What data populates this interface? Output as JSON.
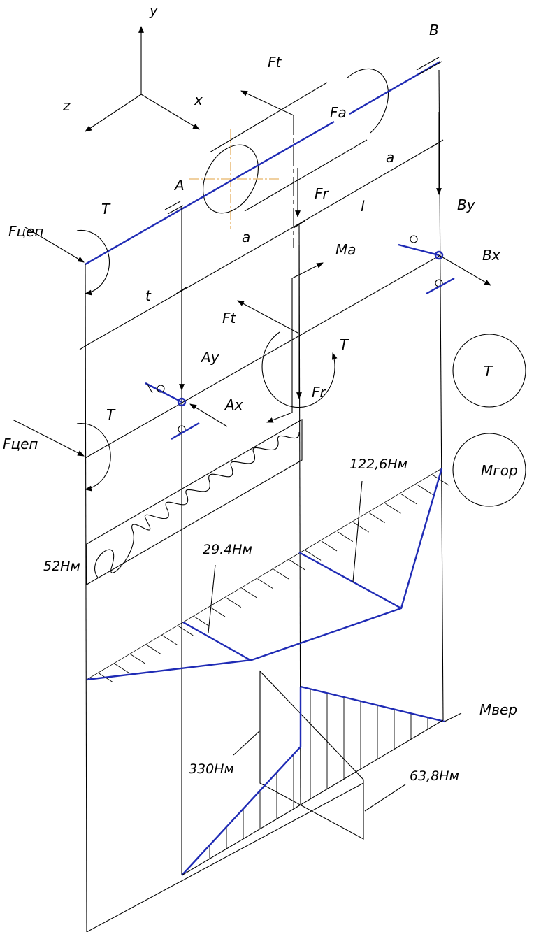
{
  "colors": {
    "shaft": "#1f2bb5",
    "lines": "#000000",
    "centerline": "#e0a040"
  },
  "axes": {
    "y": "y",
    "x": "x",
    "z": "z"
  },
  "forces": {
    "Ft_top": "Ft",
    "Fa": "Fa",
    "Fr_top": "Fr",
    "B": "B",
    "a_top": "a",
    "l": "l",
    "A": "A",
    "T_top": "T",
    "Fcep_top": "Fцеп",
    "a_mid": "a",
    "Ma": "Ma",
    "By": "By",
    "Bx": "Bx",
    "t": "t",
    "Ft_mid": "Ft",
    "T_mid": "T",
    "Ay": "Ay",
    "Ax": "Ax",
    "Fr_mid": "Fr",
    "T_low": "T",
    "Fcep_low": "Fцеп"
  },
  "legend": {
    "torque": "T",
    "horizontal": "Мгор",
    "vertical": "Мвер"
  },
  "moments": {
    "torque": "52Нм",
    "horiz_small": "29.4Нм",
    "horiz_large": "122,6Нм",
    "vert_large": "330Нм",
    "vert_small": "63,8Нм"
  }
}
